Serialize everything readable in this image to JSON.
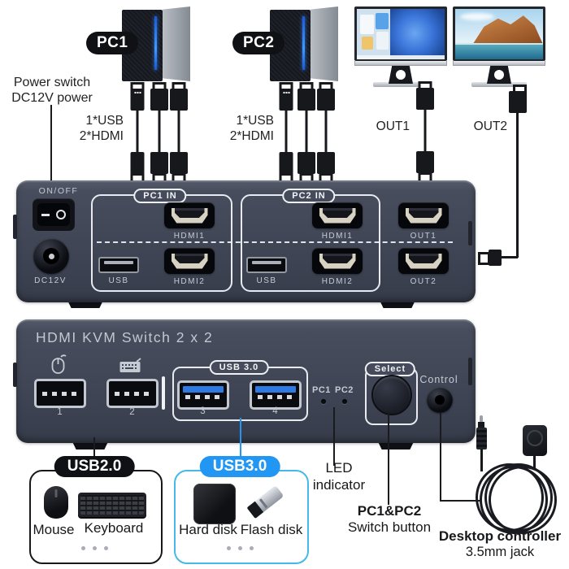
{
  "top": {
    "pc1_badge": "PC1",
    "pc2_badge": "PC2",
    "power_note": "Power switch\nDC12V power",
    "pc1_cable_note": "1*USB\n2*HDMI",
    "pc2_cable_note": "1*USB\n2*HDMI",
    "out1_cable_label": "OUT1",
    "out2_cable_label": "OUT2"
  },
  "back_panel": {
    "power_switch_label": "ON/OFF",
    "dc_jack_label": "DC12V",
    "pc1_group_title": "PC1 IN",
    "pc2_group_title": "PC2 IN",
    "pc1_hdmi1_label": "HDMI1",
    "pc1_usb_label": "USB",
    "pc1_hdmi2_label": "HDMI2",
    "pc2_hdmi1_label": "HDMI1",
    "pc2_usb_label": "USB",
    "pc2_hdmi2_label": "HDMI2",
    "out1_label": "OUT1",
    "out2_label": "OUT2"
  },
  "front_panel": {
    "title": "HDMI KVM Switch 2 x 2",
    "usb3_group_title": "USB 3.0",
    "port1_label": "1",
    "port2_label": "2",
    "port3_label": "3",
    "port4_label": "4",
    "led_pc1_label": "PC1",
    "led_pc2_label": "PC2",
    "select_label": "Select",
    "control_label": "Control"
  },
  "legend": {
    "usb2_badge": "USB2.0",
    "usb2_items": [
      "Mouse",
      "Keyboard"
    ],
    "usb3_badge": "USB3.0",
    "usb3_items": [
      "Hard disk",
      "Flash disk"
    ],
    "led_note": "LED\nindicator",
    "switch_note_title": "PC1&PC2",
    "switch_note_sub": "Switch button",
    "controller_note_title": "Desktop controller",
    "controller_note_sub": "3.5mm jack"
  },
  "colors": {
    "usb3_accent": "#2196f3",
    "usb3_box_border": "#45b9e8",
    "device_body": "#424859",
    "panel_label": "#c8ccd4"
  }
}
